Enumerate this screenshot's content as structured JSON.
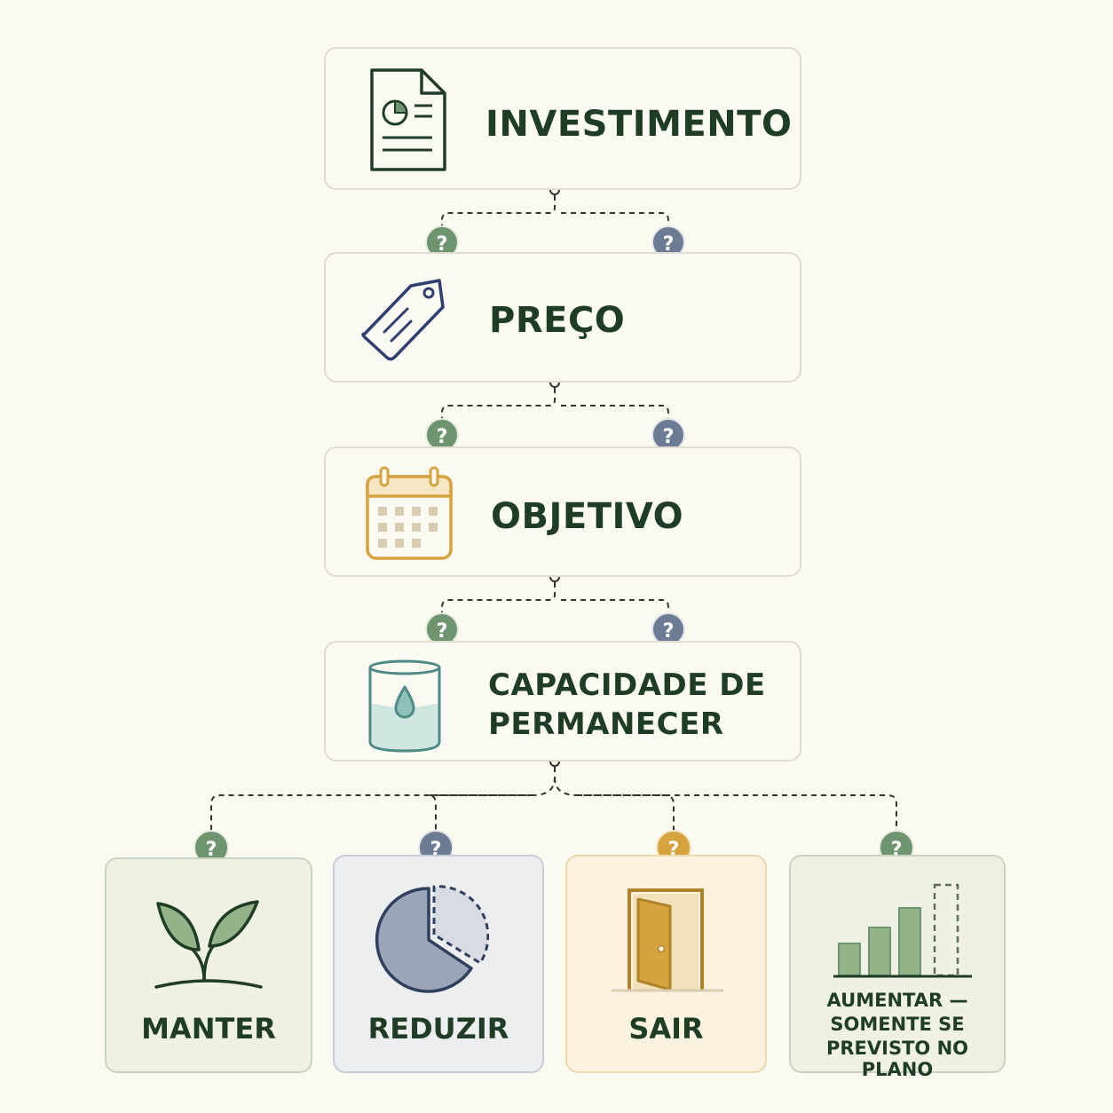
{
  "steps": [
    {
      "label": "INVESTIMENTO",
      "icon": "document-chart-icon"
    },
    {
      "label": "PREÇO",
      "icon": "price-tag-icon"
    },
    {
      "label": "OBJETIVO",
      "icon": "calendar-icon"
    },
    {
      "label_line1": "CAPACIDADE DE",
      "label_line2": "PERMANECER",
      "icon": "water-container-icon"
    }
  ],
  "branch_marker": "?",
  "options": [
    {
      "label": "MANTER",
      "icon": "sprout-icon",
      "accent": "#6e9470"
    },
    {
      "label": "REDUZIR",
      "icon": "pie-reduce-icon",
      "accent": "#6b7c94"
    },
    {
      "label": "SAIR",
      "icon": "door-exit-icon",
      "accent": "#d7a33e"
    },
    {
      "label_line1": "AUMENTAR —",
      "label_line2": "SOMENTE SE",
      "label_line3": "PREVISTO NO PLANO",
      "icon": "bar-growth-icon",
      "accent": "#6e9470"
    }
  ],
  "colors": {
    "text": "#1f3d25",
    "green_marker": "#6e9470",
    "blue_marker": "#6b7c94",
    "gold_marker": "#d7a33e",
    "border": "#e1dccf",
    "background": "#fbfaf1"
  }
}
